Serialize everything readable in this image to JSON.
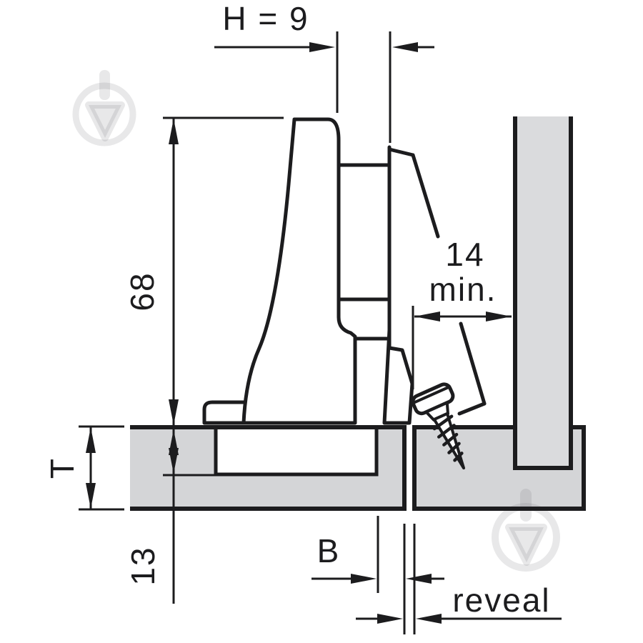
{
  "diagram": {
    "type": "technical-drawing",
    "subject": "concealed-cabinet-hinge-cross-section-mounting-dimensions",
    "labels": {
      "h_height": "H = 9",
      "arm_length": "68",
      "min_clearance": "14",
      "min_suffix": "min.",
      "door_thickness": "T",
      "drill_depth": "13",
      "bore_distance": "B",
      "reveal": "reveal"
    },
    "colors": {
      "line": "#1c1c1e",
      "door_panel": "#d4d5d7",
      "cabinet_panel": "#dadbdd",
      "cup_hole": "#ffffff",
      "watermark": "#e6e7e9",
      "background": "#ffffff"
    }
  },
  "watermark": {
    "icon": "trowel-circle-logo"
  }
}
